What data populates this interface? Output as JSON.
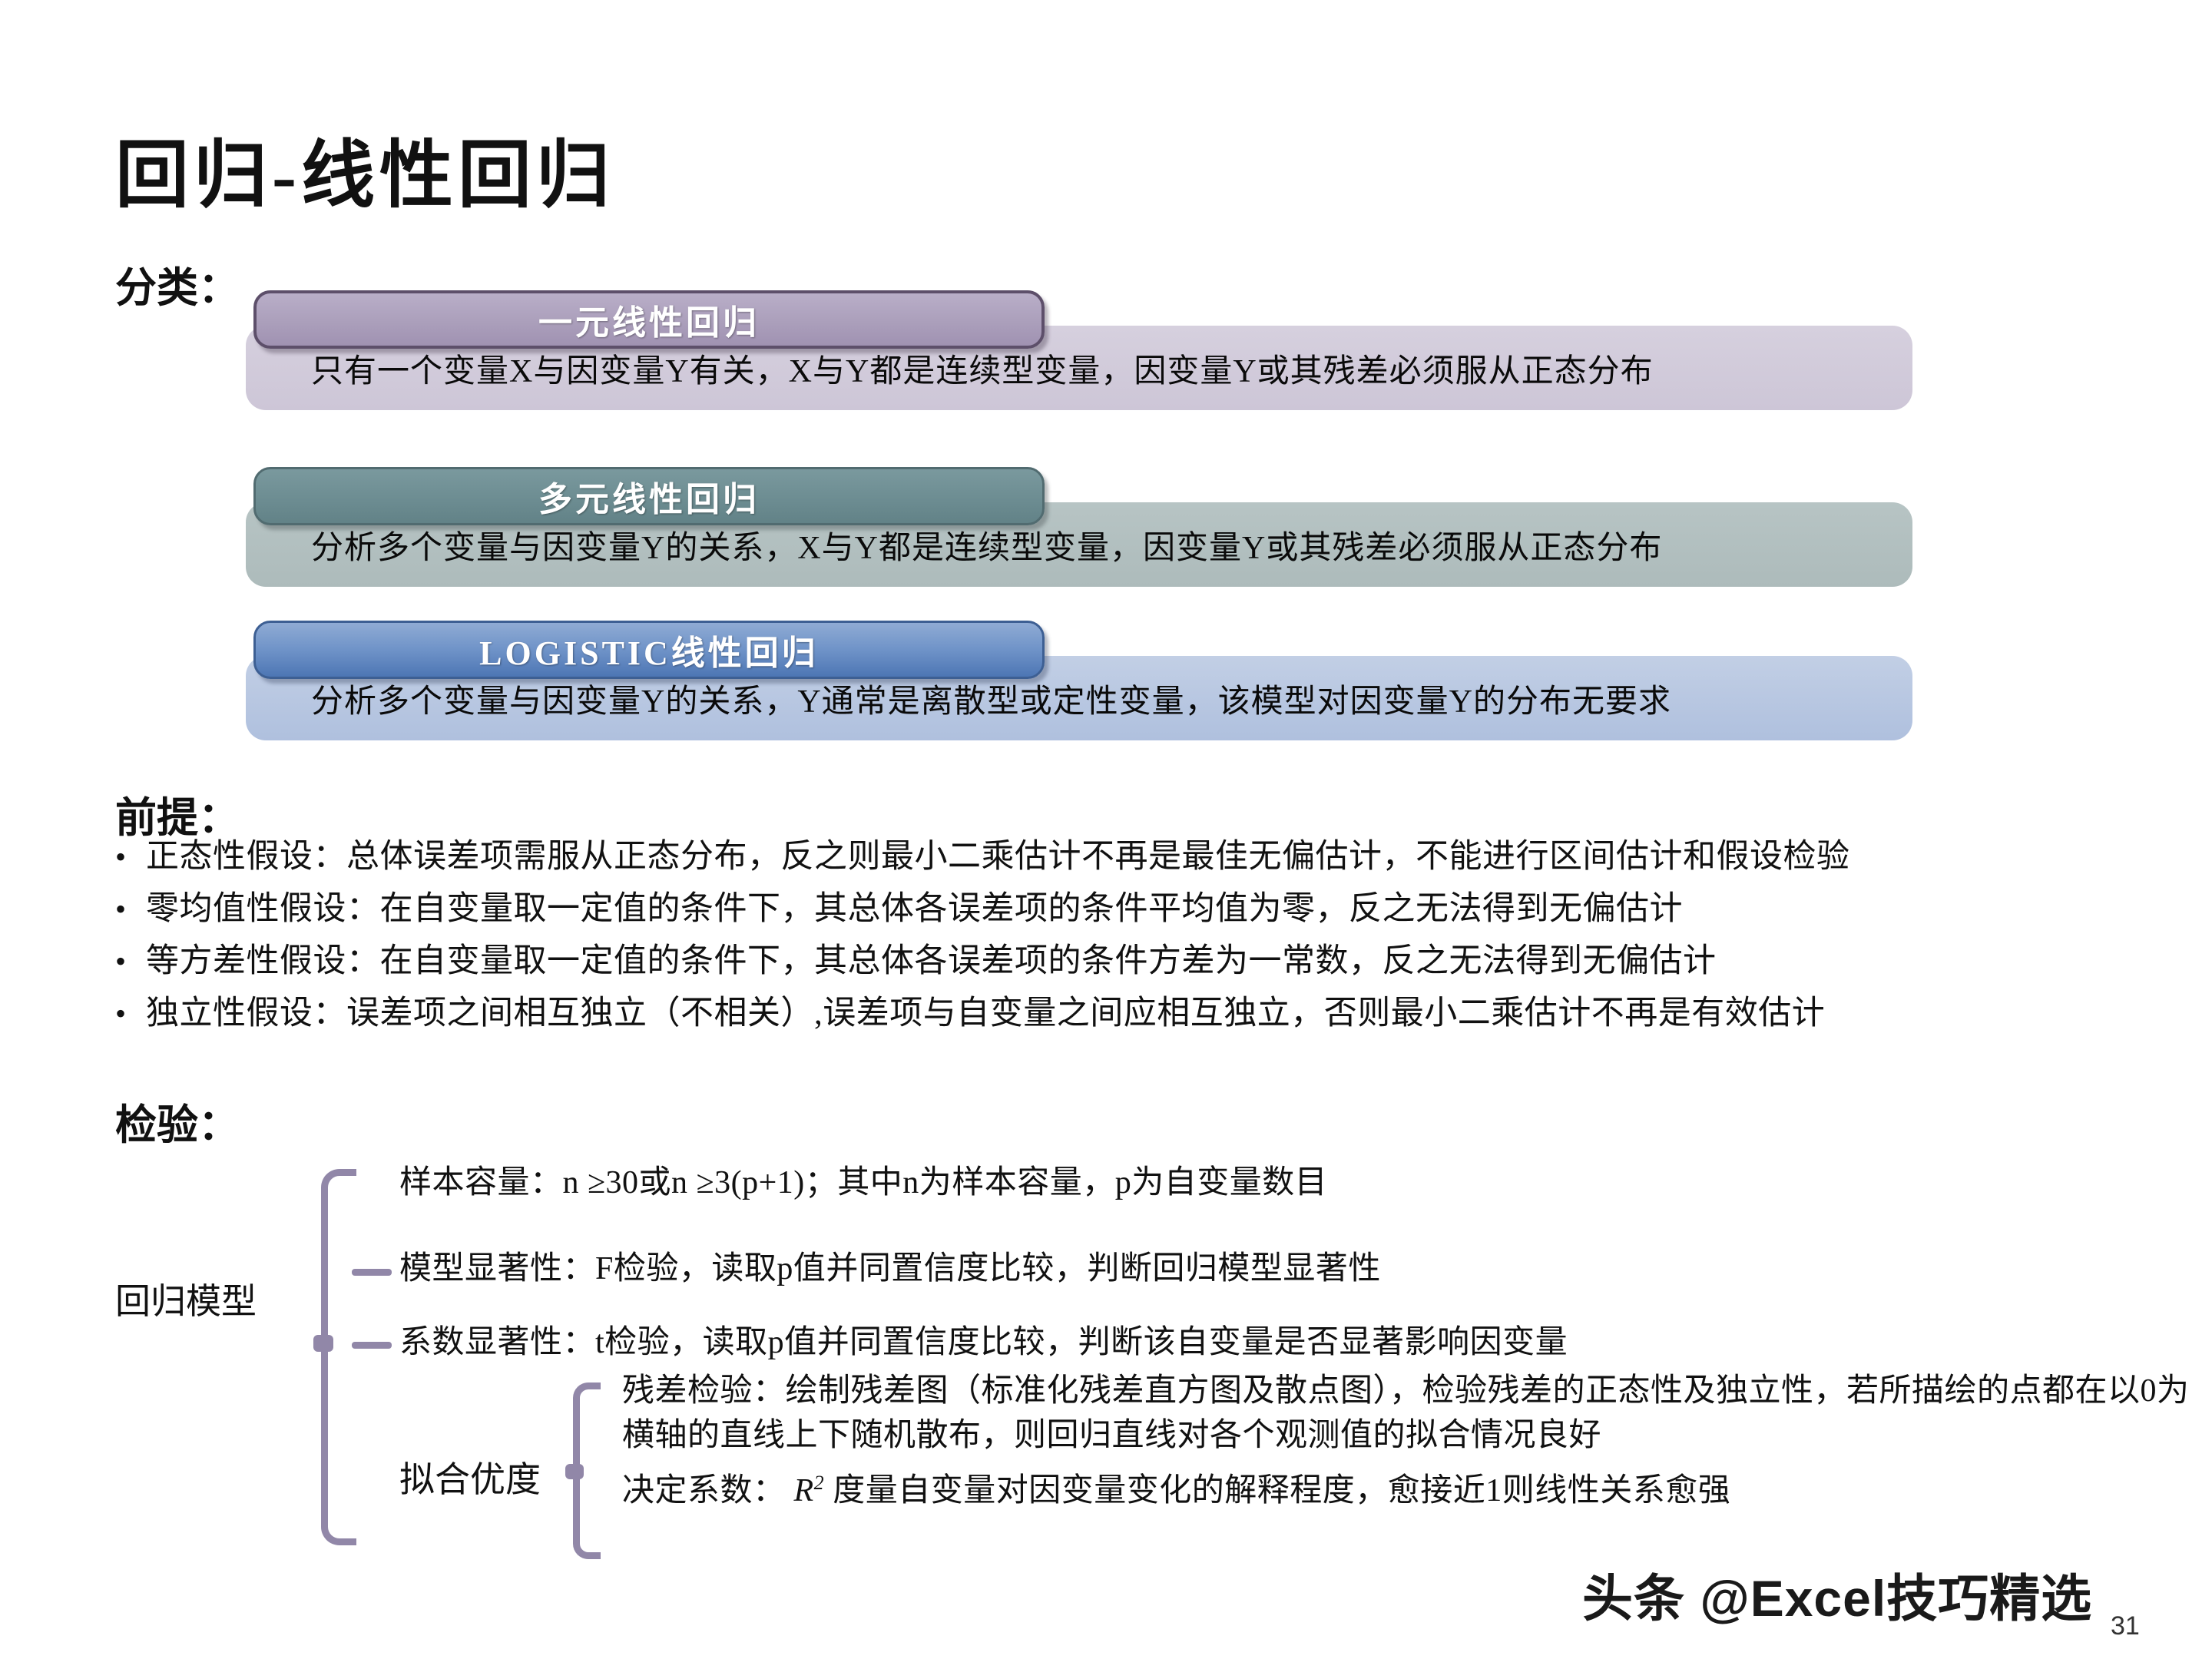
{
  "title": "回归-线性回归",
  "sections": {
    "classification_label": "分类：",
    "premise_label": "前提：",
    "test_label": "检验："
  },
  "classification": [
    {
      "header": "一元线性回归",
      "desc": "只有一个变量X与因变量Y有关，X与Y都是连续型变量，因变量Y或其残差必须服从正态分布",
      "header_color": "#ab9fbb",
      "body_color": "#cdc6d7",
      "border_color": "#5d4f6a"
    },
    {
      "header": "多元线性回归",
      "desc": "分析多个变量与因变量Y的关系，X与Y都是连续型变量，因变量Y或其残差必须服从正态分布",
      "header_color": "#6d8d92",
      "body_color": "#adbbbb",
      "border_color": "#516b70"
    },
    {
      "header": "LOGISTIC线性回归",
      "desc": "分析多个变量与因变量Y的关系，Y通常是离散型或定性变量，该模型对因变量Y的分布无要求",
      "header_color": "#6f93c8",
      "body_color": "#afc0de",
      "border_color": "#3d5f93"
    }
  ],
  "premises": {
    "bullet": "•",
    "items": [
      "正态性假设：总体误差项需服从正态分布，反之则最小二乘估计不再是最佳无偏估计，不能进行区间估计和假设检验",
      "零均值性假设：在自变量取一定值的条件下，其总体各误差项的条件平均值为零，反之无法得到无偏估计",
      "等方差性假设：在自变量取一定值的条件下，其总体各误差项的条件方差为一常数，反之无法得到无偏估计",
      "独立性假设：误差项之间相互独立（不相关）,误差项与自变量之间应相互独立，否则最小二乘估计不再是有效估计"
    ]
  },
  "test_tree": {
    "root_label": "回归模型",
    "brace_color": "#9187a8",
    "items": [
      "样本容量：n ≥30或n ≥3(p+1)；其中n为样本容量，p为自变量数目",
      "模型显著性：F检验，读取p值并同置信度比较，判断回归模型显著性",
      "系数显著性：t检验，读取p值并同置信度比较，判断该自变量是否显著影响因变量"
    ],
    "subgroup": {
      "label": "拟合优度",
      "items": [
        "残差检验：绘制残差图（标准化残差直方图及散点图），检验残差的正态性及独立性，若所描绘的点都在以0为横轴的直线上下随机散布，则回归直线对各个观测值的拟合情况良好",
        "决定系数： R2 度量自变量对因变量变化的解释程度，愈接近1则线性关系愈强"
      ],
      "determination_prefix": "决定系数：",
      "determination_symbol": "R",
      "determination_exponent": "2",
      "determination_rest": " 度量自变量对因变量变化的解释程度，愈接近1则线性关系愈强"
    }
  },
  "watermark": "头条 @Excel技巧精选",
  "page_number": "31"
}
